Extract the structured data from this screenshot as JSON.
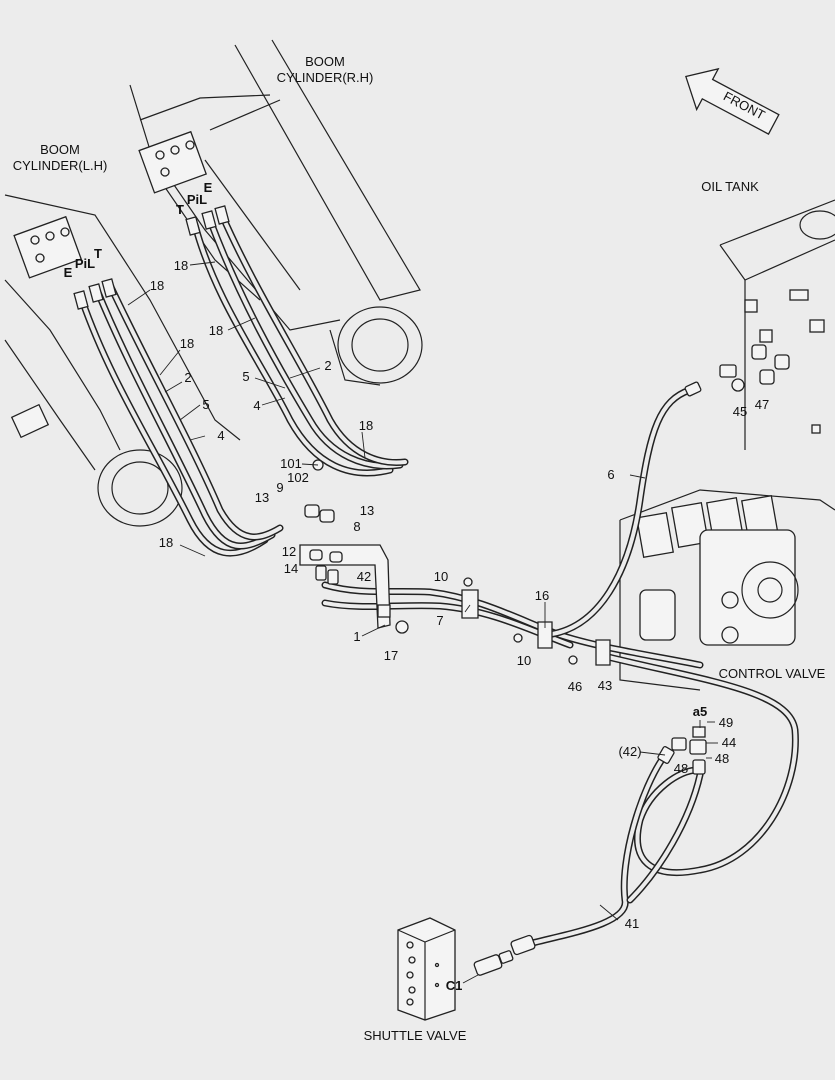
{
  "titles": {
    "boom_rh_line1": "BOOM",
    "boom_rh_line2": "CYLINDER(R.H)",
    "boom_lh_line1": "BOOM",
    "boom_lh_line2": "CYLINDER(L.H)",
    "front": "FRONT",
    "oil_tank": "OIL TANK",
    "control_valve": "CONTROL VALVE",
    "shuttle_valve": "SHUTTLE VALVE"
  },
  "port_labels": {
    "rh_t": "T",
    "rh_pil": "PiL",
    "rh_e": "E",
    "lh_e": "E",
    "lh_pil": "PiL",
    "lh_t": "T",
    "a5": "a5",
    "c1": "C1"
  },
  "callouts": {
    "c18a": "18",
    "c18b": "18",
    "c18c": "18",
    "c18d": "18",
    "c18e": "18",
    "c18f": "18",
    "c2a": "2",
    "c2b": "2",
    "c5a": "5",
    "c5b": "5",
    "c4a": "4",
    "c4b": "4",
    "c101": "101",
    "c102": "102",
    "c9": "9",
    "c13a": "13",
    "c13b": "13",
    "c8": "8",
    "c12": "12",
    "c14": "14",
    "c42": "42",
    "c1": "1",
    "c17": "17",
    "c10a": "10",
    "c10b": "10",
    "c7": "7",
    "c16": "16",
    "c46": "46",
    "c43": "43",
    "c6": "6",
    "c45": "45",
    "c47": "47",
    "c49": "49",
    "c44": "44",
    "c48a": "48",
    "c48b": "48",
    "c42p": "(42)",
    "c41": "41"
  }
}
